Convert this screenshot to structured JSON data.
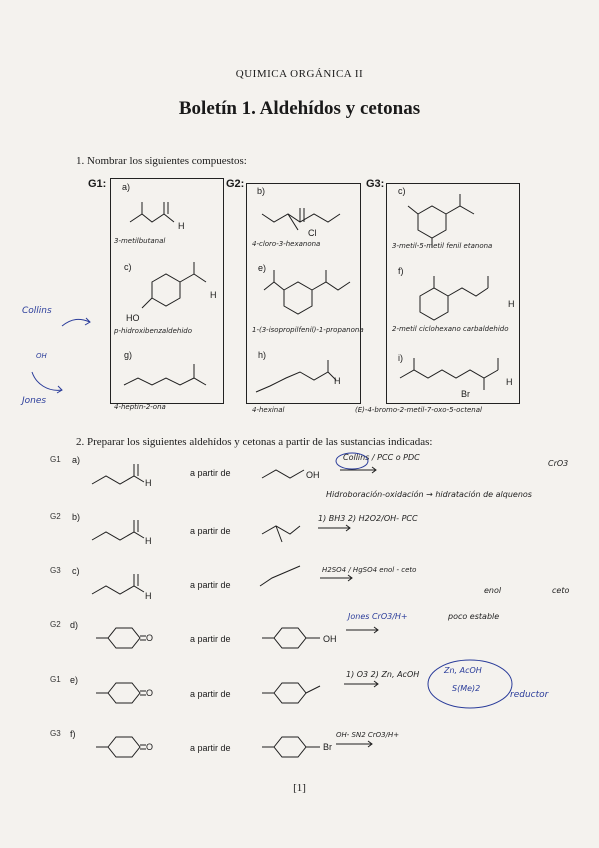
{
  "header": {
    "course": "QUIMICA ORGÁNICA II",
    "title": "Boletín 1. Aldehídos y cetonas"
  },
  "section1": {
    "question": "1. Nombrar los siguientes compuestos:",
    "groups": [
      {
        "id": "G1:",
        "items": [
          {
            "letter": "a)",
            "answer": "3-metilbutanal"
          },
          {
            "letter": "c)",
            "answer": "p-hidroxibenzaldehido"
          },
          {
            "letter": "g)",
            "answer": "4-heptin-2-ona"
          }
        ]
      },
      {
        "id": "G2:",
        "items": [
          {
            "letter": "b)",
            "answer": "4-cloro-3-hexanona"
          },
          {
            "letter": "e)",
            "answer": "1-(3-isopropilfenil)-1-propanona"
          },
          {
            "letter": "h)",
            "answer": "4-hexinal"
          }
        ]
      },
      {
        "id": "G3:",
        "items": [
          {
            "letter": "c)",
            "answer": "3-metil-5-metil fenil etanona"
          },
          {
            "letter": "f)",
            "answer": "2-metil ciclohexano carbaldehido"
          },
          {
            "letter": "i)",
            "answer": "(E)-4-bromo-2-metil-7-oxo-5-octenal"
          }
        ]
      }
    ],
    "atoms": {
      "h": "H",
      "cl": "Cl",
      "ho": "HO",
      "br": "Br"
    }
  },
  "margin_notes": {
    "collins": "Collins",
    "oh": "OH",
    "jones": "Jones"
  },
  "section2": {
    "question": "2. Preparar los siguientes aldehídos y cetonas a partir de las sustancias indicadas:",
    "from_text": "a partir de",
    "rows": [
      {
        "tag": "G1",
        "letter": "a)",
        "product_atom": "H",
        "reagent_atom": "OH",
        "note": "Collins / PCC o PDC"
      },
      {
        "tag": "G2",
        "letter": "b)",
        "product_atom": "H",
        "note": "1) BH3  2) H2O2/OH-  PCC"
      },
      {
        "tag": "G3",
        "letter": "c)",
        "product_atom": "H",
        "note": "H2SO4 / HgSO4  enol - ceto"
      },
      {
        "tag": "G2",
        "letter": "d)",
        "product_atom": "O",
        "reagent_atom": "OH",
        "note": "Jones  CrO3/H+"
      },
      {
        "tag": "G1",
        "letter": "e)",
        "product_atom": "O",
        "note": "1) O3  2) Zn, AcOH"
      },
      {
        "tag": "G3",
        "letter": "f)",
        "product_atom": "O",
        "reagent_atom": "Br",
        "note": "OH-  SN2  CrO3/H+"
      }
    ]
  },
  "scribbles": {
    "hydroboration": "Hidroboración-oxidación → hidratación de alquenos",
    "zn_acoh": "Zn, AcOH",
    "sme2": "S(Me)2",
    "reductor": "reductor",
    "poco_estable": "poco estable",
    "enol": "enol",
    "ceto": "ceto",
    "cr": "CrO3"
  },
  "footer": {
    "page": "[1]"
  }
}
